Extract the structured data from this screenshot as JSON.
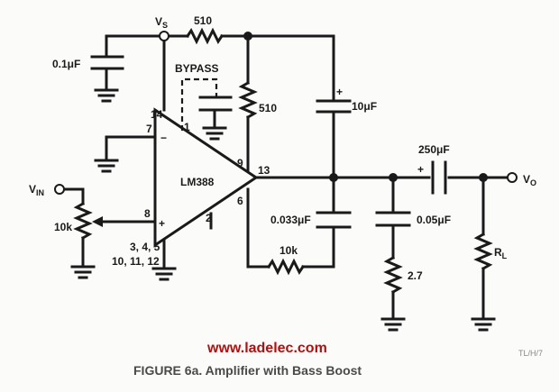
{
  "labels": {
    "vs": "V",
    "vs_sub": "S",
    "r_top": "510",
    "c_in": "0.1μF",
    "bypass": "BYPASS",
    "r_mid": "510",
    "c_10": "10μF",
    "pin14": "14",
    "pin1": "1",
    "pin7": "7",
    "pin9": "9",
    "pin13": "13",
    "pin6": "6",
    "pin8": "8",
    "pin2": "2",
    "chip": "LM388",
    "pins_gnd_1": "3, 4, 5",
    "pins_gnd_2": "10, 11, 12",
    "vin": "V",
    "vin_sub": "IN",
    "pot": "10k",
    "c_250": "250μF",
    "vo": "V",
    "vo_sub": "O",
    "c_033": "0.033μF",
    "c_005": "0.05μF",
    "r_10k": "10k",
    "r_27": "2.7",
    "rl": "R",
    "rl_sub": "L",
    "minus": "−",
    "plus": "+",
    "cplus_10": "+",
    "cplus_250": "+"
  },
  "footer": {
    "url": "www.ladelec.com",
    "ref": "TL/H/7",
    "caption": "FIGURE 6a. Amplifier with Bass Boost"
  }
}
